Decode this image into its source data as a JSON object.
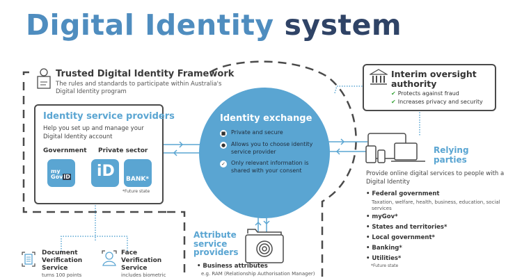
{
  "title": {
    "part1": "Digital Identity",
    "part2": "system"
  },
  "colors": {
    "accent_blue": "#5aa5d2",
    "title_blue": "#4f8dbf",
    "title_navy": "#2f4366",
    "check_green": "#3aa53a",
    "border_dark": "#4a4a4a"
  },
  "framework": {
    "icon": "certificate-icon",
    "title": "Trusted Digital Identity Framework",
    "description": "The rules and standards to participate within Australia's Digital Identity program"
  },
  "identity_service_providers": {
    "title": "Identity service providers",
    "description": "Help you set up and manage your Digital Identity account",
    "government_label": "Government",
    "private_label": "Private sector",
    "tiles": [
      {
        "name": "myGovID",
        "line1": "my",
        "line2": "Gov",
        "line3": "ID"
      },
      {
        "name": "Digital iD",
        "text": "iD"
      },
      {
        "name": "Bank",
        "text": "BANK*"
      }
    ],
    "footnote": "*Future state"
  },
  "identity_exchange": {
    "title": "Identity exchange",
    "items": [
      {
        "icon": "lock-icon",
        "text": "Private and secure"
      },
      {
        "icon": "person-icon",
        "text": "Allows you to choose identity service provider"
      },
      {
        "icon": "check-icon",
        "text": "Only relevant information is shared with your consent"
      }
    ]
  },
  "oversight": {
    "icon": "building-columns-icon",
    "title": "Interim oversight authority",
    "items": [
      "Protects against fraud",
      "Increases privacy and security"
    ]
  },
  "relying_parties": {
    "icon": "devices-icon",
    "title_line1": "Relying",
    "title_line2": "parties",
    "description": "Provide online digital services to people with a Digital Identity",
    "items": [
      {
        "label": "Federal government",
        "sub": "Taxation, welfare, health, business, education, social services"
      },
      {
        "label": "myGov*"
      },
      {
        "label": "States and territories*"
      },
      {
        "label": "Local government*"
      },
      {
        "label": "Banking*"
      },
      {
        "label": "Utilities*"
      }
    ],
    "footnote": "*Future state"
  },
  "attribute_providers": {
    "icon": "fingerprint-folder-icon",
    "title_line1": "Attribute",
    "title_line2": "service",
    "title_line3": "providers",
    "items": [
      {
        "label": "Business attributes",
        "sub": "e.g. RAM (Relationship Authorisation Manager)"
      }
    ]
  },
  "verification_services": [
    {
      "icon": "document-scan-icon",
      "line1": "Document",
      "line2": "Verification",
      "line3": "Service",
      "desc": "turns 100 points"
    },
    {
      "icon": "face-scan-icon",
      "line1": "Face",
      "line2": "Verification",
      "line3": "Service",
      "desc": "includes biometric"
    }
  ]
}
